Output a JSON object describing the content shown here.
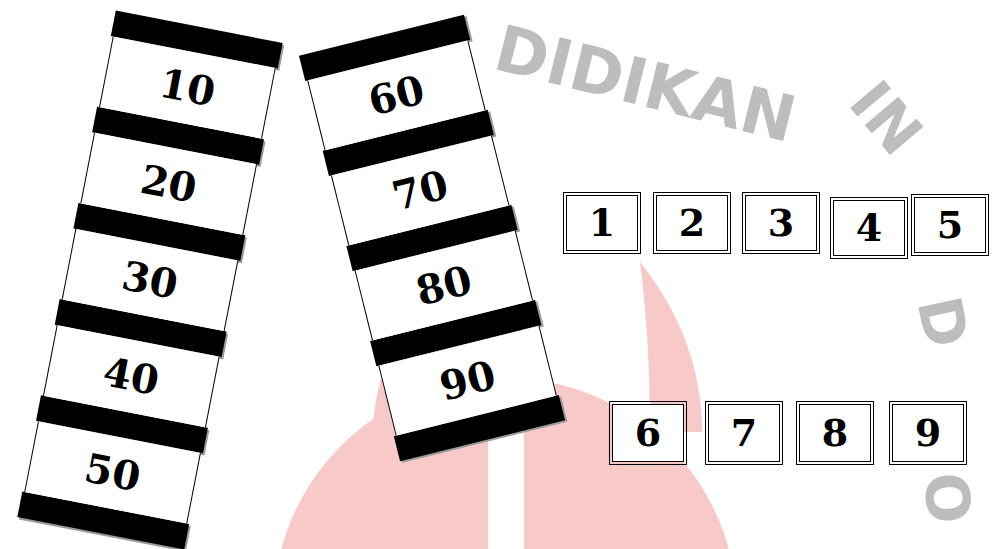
{
  "diagram": {
    "nodes": [
      {
        "text": [
          "10"
        ]
      },
      {
        "text": [
          "20"
        ]
      },
      {
        "text": [
          "30"
        ]
      },
      {
        "text": [
          "40"
        ]
      },
      {
        "text": [
          "50"
        ]
      },
      {
        "text": [
          "60"
        ]
      },
      {
        "text": [
          "70"
        ]
      },
      {
        "text": [
          "80"
        ]
      },
      {
        "text": [
          "90"
        ]
      },
      {
        "text": [
          "1"
        ]
      },
      {
        "text": [
          "2"
        ]
      },
      {
        "text": [
          "3"
        ]
      },
      {
        "text": [
          "4"
        ]
      },
      {
        "text": [
          "5"
        ]
      },
      {
        "text": [
          "6"
        ]
      },
      {
        "text": [
          "7"
        ]
      },
      {
        "text": [
          "8"
        ]
      },
      {
        "text": [
          "9"
        ]
      }
    ],
    "labels": [
      "DIDIKAN",
      "IN",
      "D",
      "O"
    ]
  }
}
